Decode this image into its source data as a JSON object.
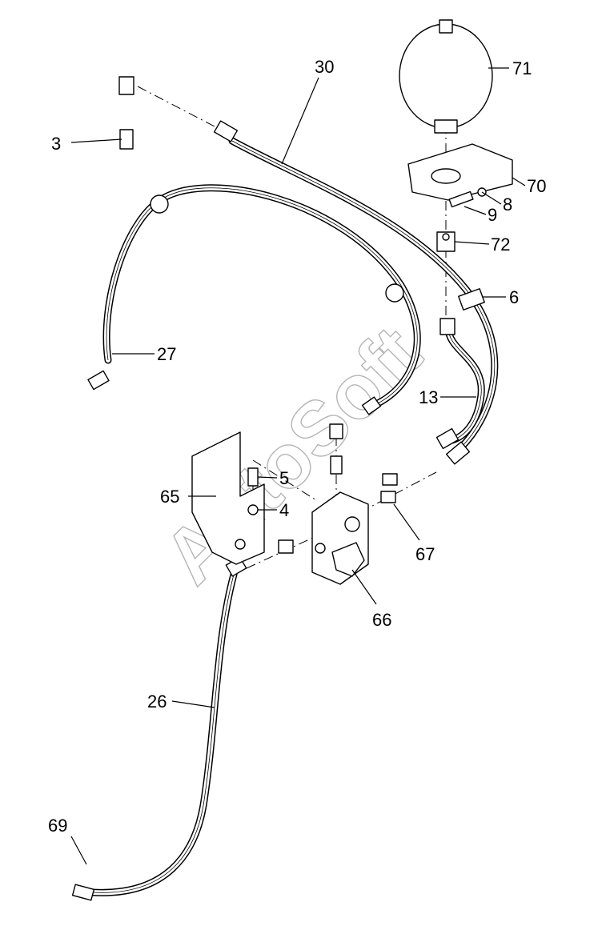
{
  "watermark": "AutoSoft",
  "callouts": [
    {
      "id": "3",
      "label": "3"
    },
    {
      "id": "30",
      "label": "30"
    },
    {
      "id": "71",
      "label": "71"
    },
    {
      "id": "70",
      "label": "70"
    },
    {
      "id": "8",
      "label": "8"
    },
    {
      "id": "9",
      "label": "9"
    },
    {
      "id": "72",
      "label": "72"
    },
    {
      "id": "6",
      "label": "6"
    },
    {
      "id": "27",
      "label": "27"
    },
    {
      "id": "13",
      "label": "13"
    },
    {
      "id": "5",
      "label": "5"
    },
    {
      "id": "65",
      "label": "65"
    },
    {
      "id": "4",
      "label": "4"
    },
    {
      "id": "67",
      "label": "67"
    },
    {
      "id": "66",
      "label": "66"
    },
    {
      "id": "26",
      "label": "26"
    },
    {
      "id": "69",
      "label": "69"
    }
  ]
}
